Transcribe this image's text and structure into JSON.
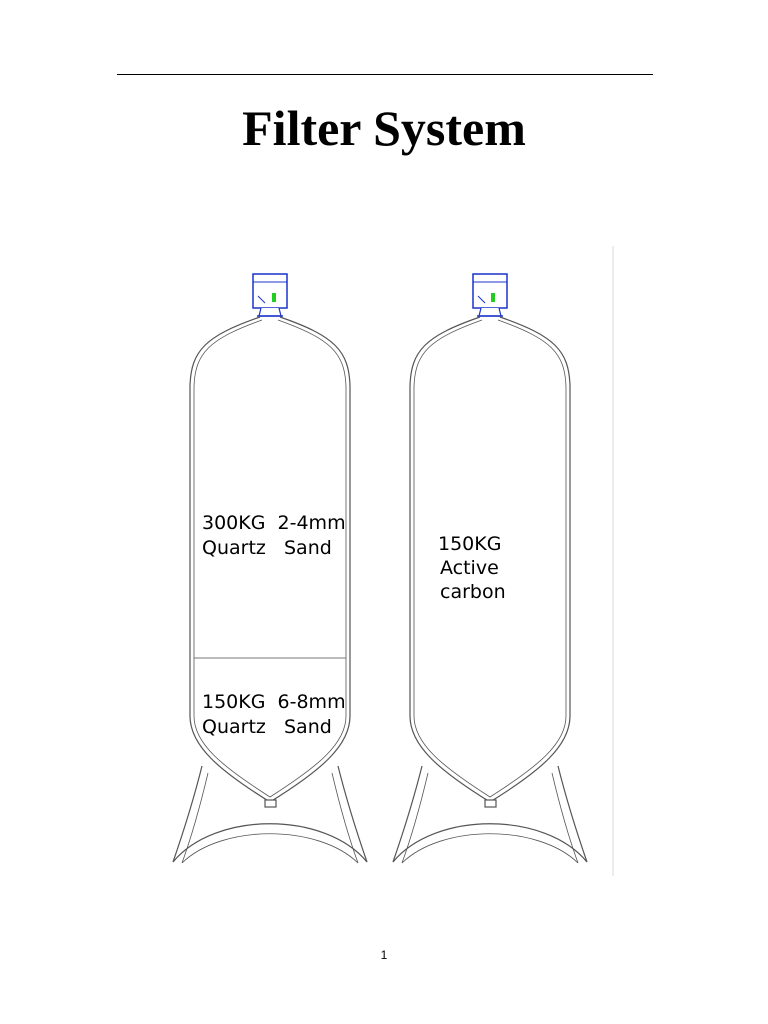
{
  "document": {
    "title": "Filter System",
    "page_number": "1"
  },
  "diagram": {
    "left_tank": {
      "upper_layer": {
        "line1": "300KG  2-4mm",
        "line2": "Quartz   Sand"
      },
      "lower_layer": {
        "line1": "150KG  6-8mm",
        "line2": "Quartz   Sand"
      }
    },
    "right_tank": {
      "layer": {
        "line1": "150KG",
        "line2": "Active",
        "line3": "carbon"
      }
    },
    "colors": {
      "outline": "#555555",
      "valve_blue": "#1a33cc",
      "indicator_green": "#22cc22"
    }
  }
}
